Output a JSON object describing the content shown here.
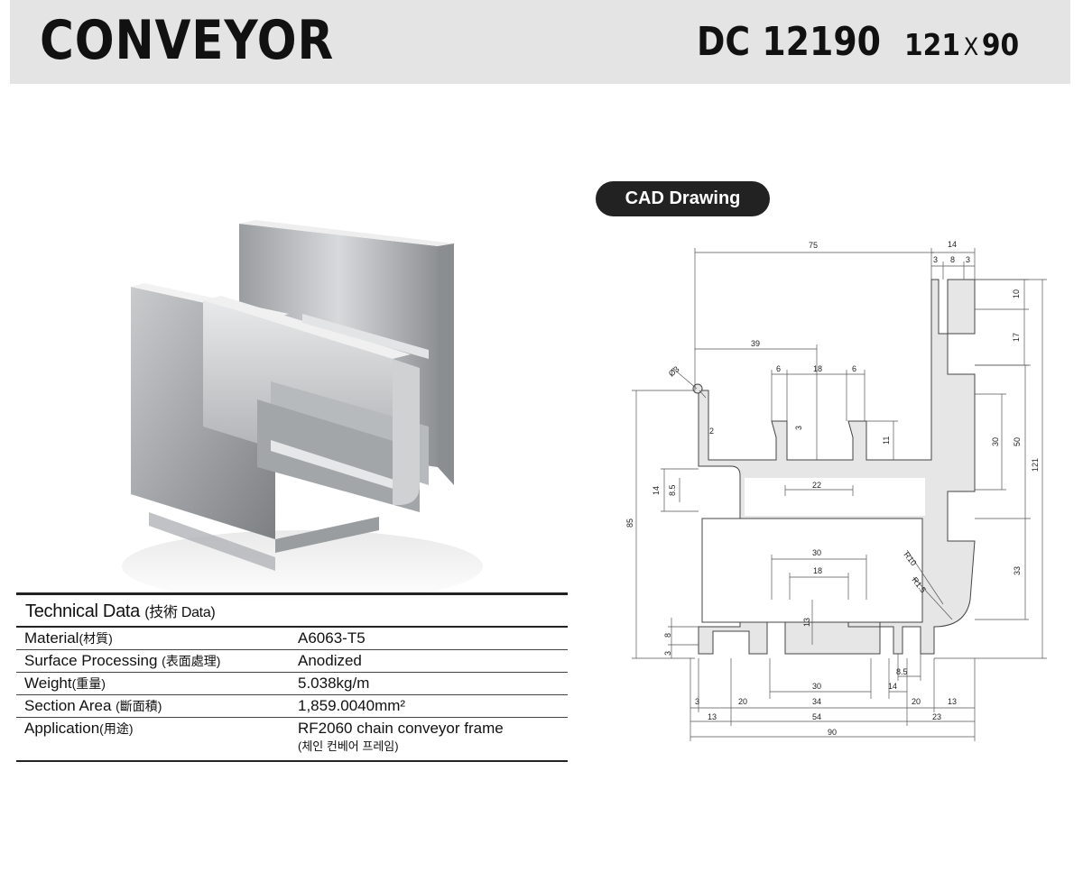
{
  "header": {
    "title": "CONVEYOR",
    "model": "DC 12190",
    "dim_w": "121",
    "dim_x": "X",
    "dim_h": "90"
  },
  "cad": {
    "label": "CAD Drawing",
    "dims": {
      "d75": "75",
      "d14": "14",
      "d3a": "3",
      "d8": "8",
      "d3b": "3",
      "d10": "10",
      "d17": "17",
      "d39": "39",
      "d6a": "6",
      "d18": "18",
      "d6b": "6",
      "phi3": "Ø3",
      "d3c": "3",
      "d2": "2",
      "d11": "11",
      "d30a": "30",
      "d50": "50",
      "d121": "121",
      "d22": "22",
      "d14b": "14",
      "d85": "85",
      "d85b": "8.5",
      "d30b": "30",
      "d18b": "18",
      "r10": "R10",
      "r15": "R1.5",
      "d33": "33",
      "d13": "13",
      "d8b": "8",
      "d3d": "3",
      "d85c": "8.5",
      "d30c": "30",
      "d14c": "14",
      "d3e": "3",
      "d20a": "20",
      "d34": "34",
      "d20b": "20",
      "d13b": "13",
      "d13c": "13",
      "d54": "54",
      "d23": "23",
      "d90": "90"
    }
  },
  "tech": {
    "title": "Technical Data",
    "title_sub": "(技術  Data)",
    "rows": [
      {
        "key": "Material",
        "key_sub": "(材質)",
        "value": "A6063-T5"
      },
      {
        "key": "Surface Processing",
        "key_sub": "(表面處理)",
        "value": "Anodized"
      },
      {
        "key": "Weight",
        "key_sub": "(重量)",
        "value": "5.038kg/m"
      },
      {
        "key": "Section Area",
        "key_sub": "(斷面積)",
        "value": "1,859.0040mm²"
      },
      {
        "key": "Application",
        "key_sub": "(用途)",
        "value": "RF2060 chain conveyor frame",
        "note": "(체인 컨베어 프레임)"
      }
    ]
  },
  "colors": {
    "header_bg": "#e4e4e4",
    "pill_bg": "#222222",
    "profile_fill": "#e6e6e6"
  }
}
